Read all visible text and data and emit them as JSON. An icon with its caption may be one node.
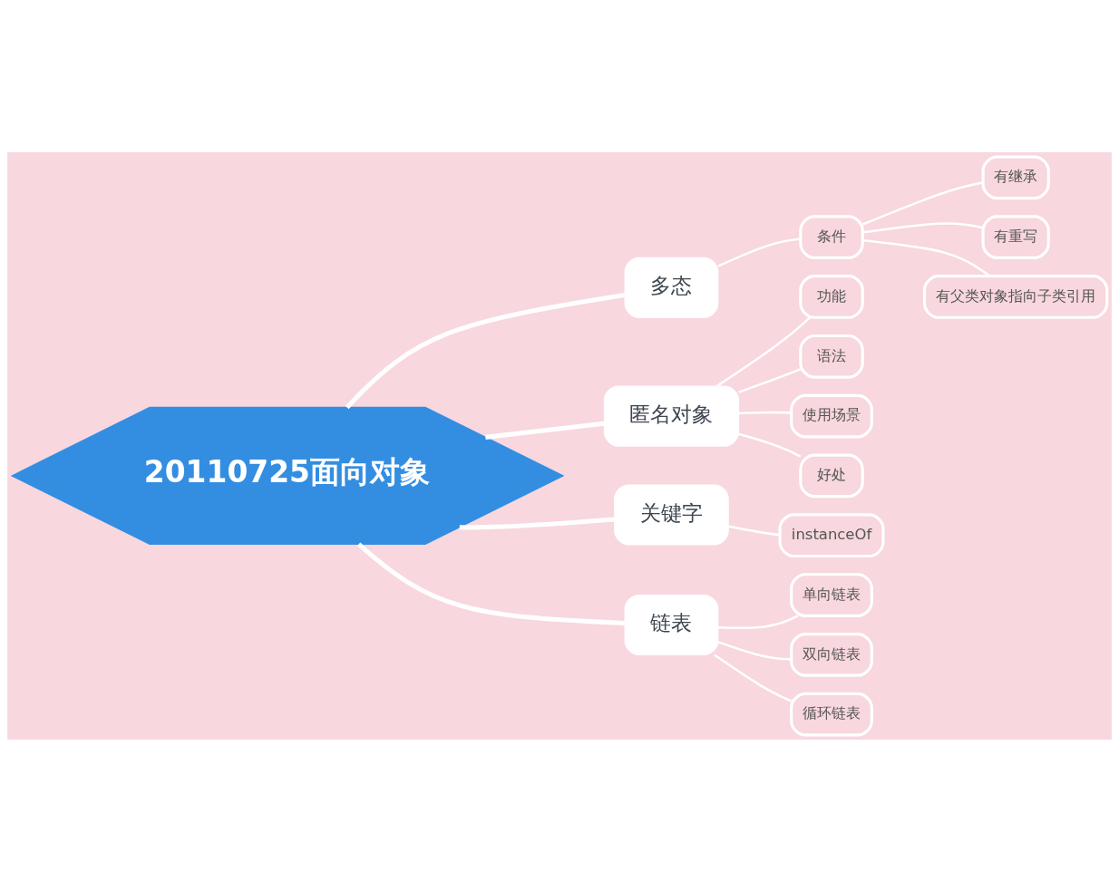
{
  "diagram": {
    "nodes": [
      {
        "text": [
          "20110725面向对象"
        ]
      },
      {
        "text": [
          "多态"
        ]
      },
      {
        "text": [
          "条件"
        ]
      },
      {
        "text": [
          "有继承"
        ]
      },
      {
        "text": [
          "有重写"
        ]
      },
      {
        "text": [
          "有父类对象指向子类引用"
        ]
      },
      {
        "text": [
          "匿名对象"
        ]
      },
      {
        "text": [
          "功能"
        ]
      },
      {
        "text": [
          "语法"
        ]
      },
      {
        "text": [
          "使用场景"
        ]
      },
      {
        "text": [
          "好处"
        ]
      },
      {
        "text": [
          "关键字"
        ]
      },
      {
        "text": [
          "instanceOf"
        ]
      },
      {
        "text": [
          "链表"
        ]
      },
      {
        "text": [
          "单向链表"
        ]
      },
      {
        "text": [
          "双向链表"
        ]
      },
      {
        "text": [
          "循环链表"
        ]
      }
    ],
    "edges": [
      {
        "from": 0,
        "to": 1,
        "arrow": "none",
        "style": "thick"
      },
      {
        "from": 1,
        "to": 2,
        "arrow": "none"
      },
      {
        "from": 2,
        "to": 3,
        "arrow": "none"
      },
      {
        "from": 2,
        "to": 4,
        "arrow": "none"
      },
      {
        "from": 2,
        "to": 5,
        "arrow": "none"
      },
      {
        "from": 0,
        "to": 6,
        "arrow": "none",
        "style": "thick"
      },
      {
        "from": 6,
        "to": 7,
        "arrow": "none"
      },
      {
        "from": 6,
        "to": 8,
        "arrow": "none"
      },
      {
        "from": 6,
        "to": 9,
        "arrow": "none"
      },
      {
        "from": 6,
        "to": 10,
        "arrow": "none"
      },
      {
        "from": 0,
        "to": 11,
        "arrow": "none",
        "style": "thick"
      },
      {
        "from": 11,
        "to": 12,
        "arrow": "none"
      },
      {
        "from": 0,
        "to": 13,
        "arrow": "none",
        "style": "thick"
      },
      {
        "from": 13,
        "to": 14,
        "arrow": "none"
      },
      {
        "from": 13,
        "to": 15,
        "arrow": "none"
      },
      {
        "from": 13,
        "to": 16,
        "arrow": "none"
      }
    ]
  }
}
